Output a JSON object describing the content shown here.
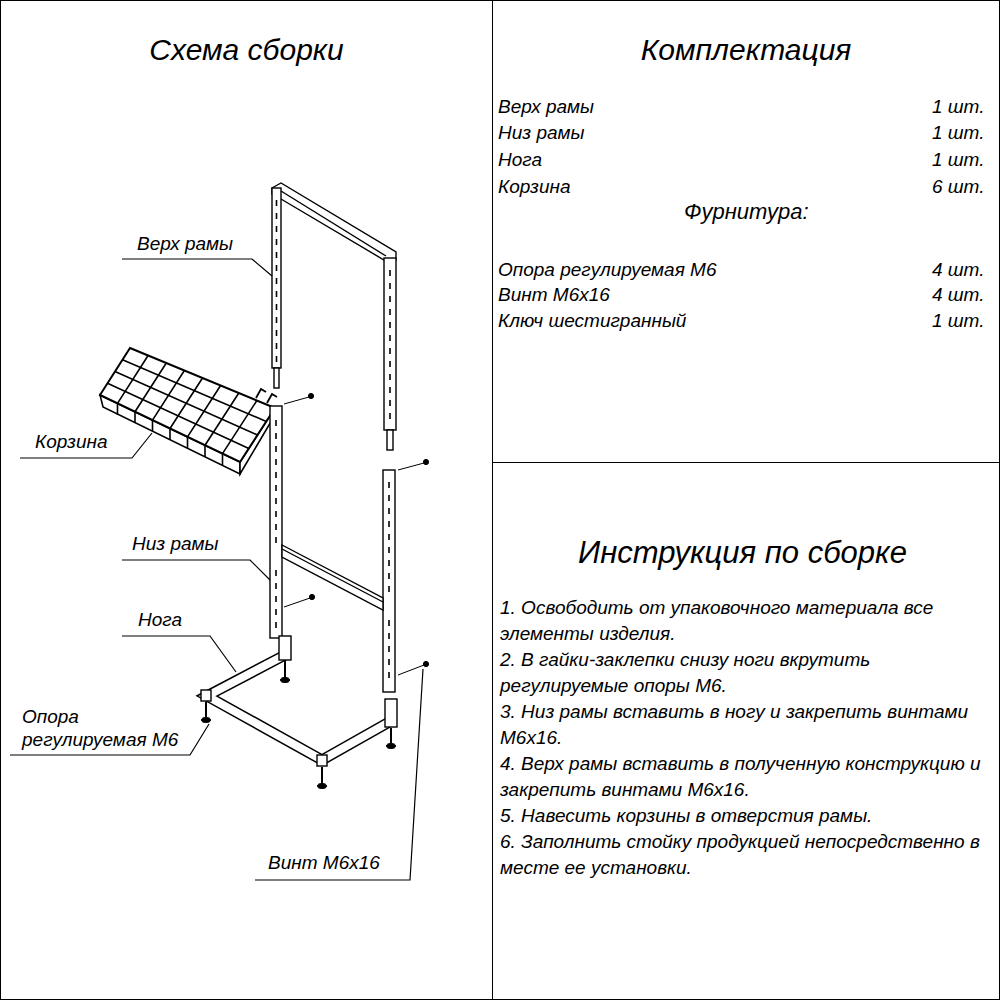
{
  "diagram": {
    "nodes": [
      {
        "text": [
          "Схема сборки"
        ]
      },
      {
        "text": [
          "Комплектация"
        ]
      },
      {
        "text": [
          "Инструкция по сборке",
          "1. Освободить от упаковочного материала все элементы изделия.",
          "2. В гайки-заклепки снизу ноги вкрутить регулируемые опоры М6.",
          "3. Низ рамы вставить в ногу и закрепить винтами М6х16.",
          "4. Верх рамы вставить в полученную конструкцию и закрепить винтами М6х16.",
          "5. Навесить корзины в отверстия рамы.",
          "6. Заполнить стойку продукцией непосредственно в месте ее установки."
        ]
      }
    ],
    "edges": [],
    "labels": [
      "Верх рамы",
      "1 шт.",
      "Низ рамы",
      "1 шт.",
      "Нога",
      "1 шт.",
      "Корзина",
      "6 шт.",
      "Фурнитура:",
      "Опора регулируемая М6",
      "4 шт.",
      "Винт М6х16",
      "4 шт.",
      "Ключ шестигранный",
      "1 шт.",
      "Верх рамы",
      "Корзина",
      "Низ рамы",
      "Нога",
      "Опора регулируемая М6",
      "Винт М6х16"
    ]
  }
}
